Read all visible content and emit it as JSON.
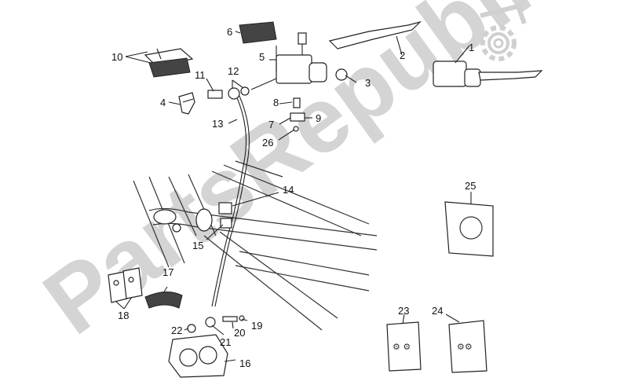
{
  "watermark": {
    "text": "PartsRepublik"
  },
  "icons": {
    "brand_mark": "gear-icon"
  },
  "labels": {
    "p1": "1",
    "p2": "2",
    "p3": "3",
    "p4": "4",
    "p5": "5",
    "p6": "6",
    "p7": "7",
    "p8": "8",
    "p9": "9",
    "p10": "10",
    "p11": "11",
    "p12": "12",
    "p13": "13",
    "p14": "14",
    "p15": "15",
    "p16": "16",
    "p17": "17",
    "p18": "18",
    "p19": "19",
    "p20": "20",
    "p21": "21",
    "p22": "22",
    "p23": "23",
    "p24": "24",
    "p25": "25",
    "p26": "26"
  },
  "colors": {
    "line": "#222222",
    "watermark": "#cccccc",
    "background": "#ffffff"
  }
}
